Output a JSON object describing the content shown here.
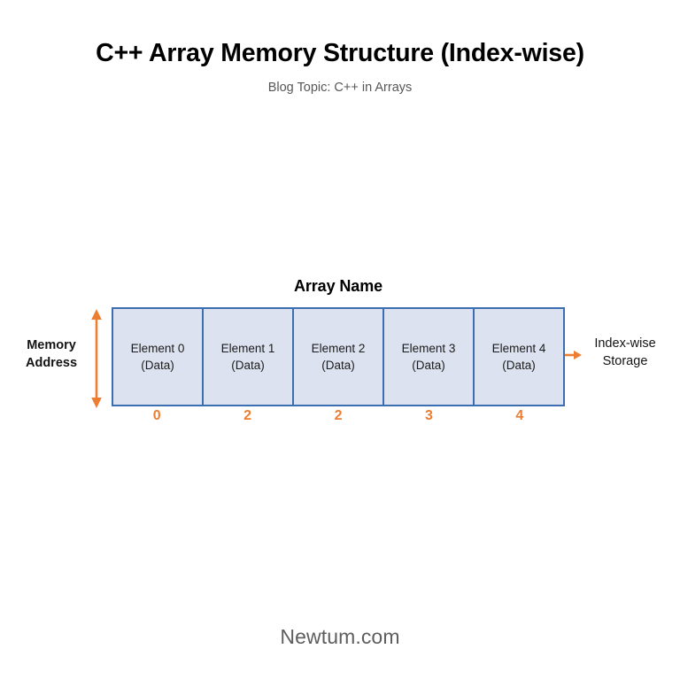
{
  "header": {
    "title": "C++ Array Memory Structure (Index-wise)",
    "subtitle": "Blog Topic: C++ in Arrays"
  },
  "diagram": {
    "array_caption": "Array Name",
    "left_annotation": {
      "line1": "Memory",
      "line2": "Address",
      "arrow_icon": "double-headed-vertical-arrow-icon"
    },
    "right_annotation": {
      "line1": "Index-wise",
      "line2": "Storage",
      "arrow_icon": "right-arrow-icon"
    },
    "cells": [
      {
        "label": "Element 0",
        "sublabel": "(Data)",
        "index": "0"
      },
      {
        "label": "Element 1",
        "sublabel": "(Data)",
        "index": "2"
      },
      {
        "label": "Element 2",
        "sublabel": "(Data)",
        "index": "2"
      },
      {
        "label": "Element 3",
        "sublabel": "(Data)",
        "index": "3"
      },
      {
        "label": "Element 4",
        "sublabel": "(Data)",
        "index": "4"
      }
    ]
  },
  "footer": {
    "brand": "Newtum.com"
  },
  "colors": {
    "cell_fill": "#dce2ef",
    "cell_border": "#3c6fb1",
    "accent_orange": "#ed7d31",
    "title_text": "#000000",
    "subtitle_text": "#575757",
    "footer_text": "#5e5e5e"
  }
}
